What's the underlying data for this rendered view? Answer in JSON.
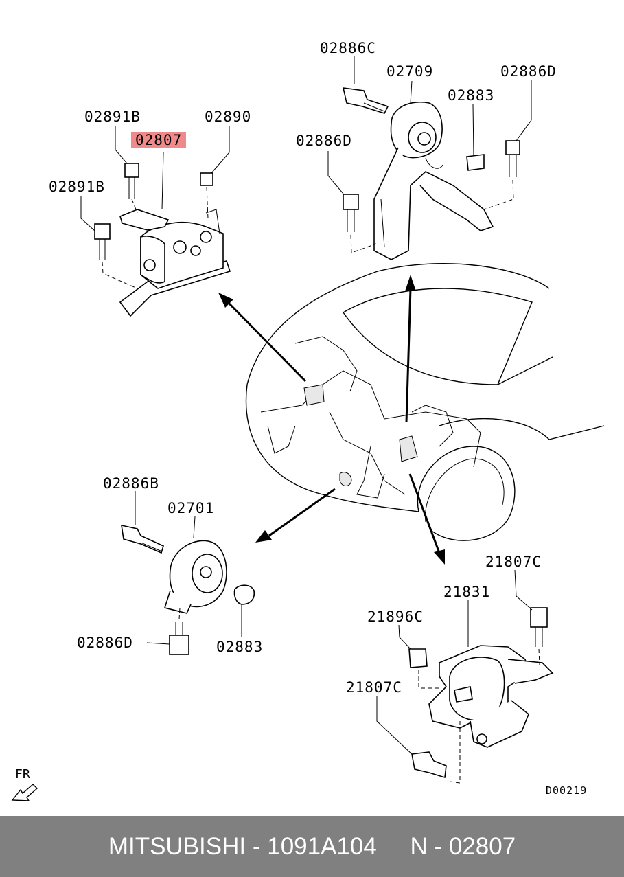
{
  "labels": {
    "p02886C_top": "02886C",
    "p02709": "02709",
    "p02886D_top_right": "02886D",
    "p02883_top": "02883",
    "p02886D_top_left": "02886D",
    "p02891B_upper": "02891B",
    "p02890": "02890",
    "p02807": "02807",
    "p02891B_lower": "02891B",
    "p02886B": "02886B",
    "p02701": "02701",
    "p02886D_bottom": "02886D",
    "p02883_bottom": "02883",
    "p21807C_top": "21807C",
    "p21831": "21831",
    "p21896C": "21896C",
    "p21807C_bottom": "21807C",
    "fr": "FR",
    "drawing_code": "D00219"
  },
  "highlight_color": "#f08a8a",
  "footer": {
    "text": "MITSUBISHI - 1091A104     N - 02807",
    "background": "#808080",
    "color": "#ffffff"
  }
}
